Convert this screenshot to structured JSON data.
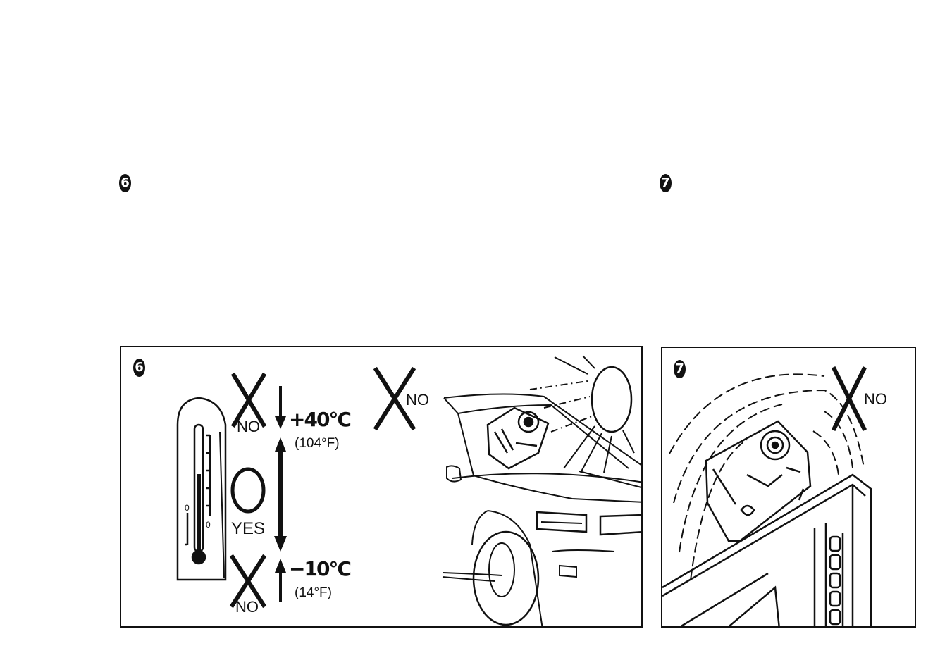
{
  "figure_numbers": {
    "fig6": "6",
    "fig7": "7"
  },
  "panel6": {
    "number": "6",
    "labels": {
      "no_top": "NO",
      "yes": "YES",
      "no_bottom": "NO",
      "no_car": "NO"
    },
    "temps": {
      "high_c": "+40°C",
      "high_f": "(104°F)",
      "low_c": "−10°C",
      "low_f": "(14°F)"
    }
  },
  "panel7": {
    "number": "7",
    "labels": {
      "no": "NO"
    }
  },
  "colors": {
    "ink": "#111111",
    "paper": "#ffffff"
  },
  "icons": [
    "thermometer-icon",
    "x-mark-icon",
    "circle-ok-icon",
    "sun-icon",
    "car-icon",
    "camera-icon",
    "heater-icon"
  ]
}
